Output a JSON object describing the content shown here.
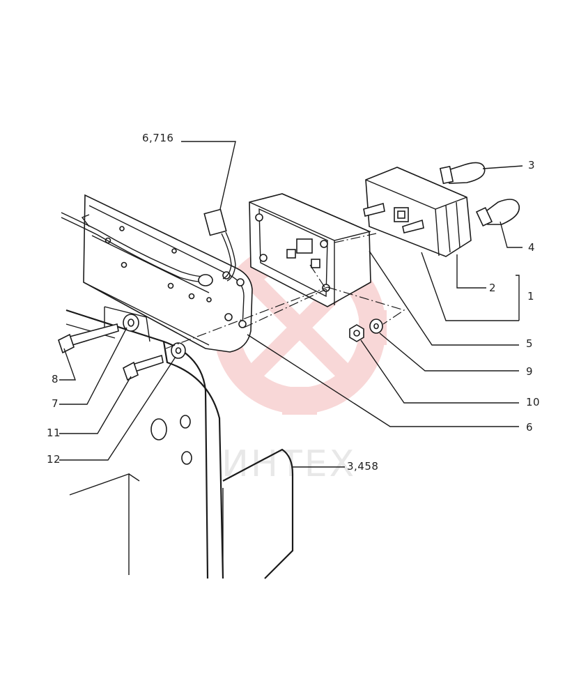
{
  "diagram": {
    "watermark": "ИНТЕХ",
    "references": {
      "harness": "6,716",
      "frame": "3,458"
    },
    "part_numbers": {
      "p1": "1",
      "p2": "2",
      "p3": "3",
      "p4": "4",
      "p5": "5",
      "p6": "6",
      "p7": "7",
      "p8": "8",
      "p9": "9",
      "p10": "10",
      "p11": "11",
      "p12": "12"
    }
  }
}
